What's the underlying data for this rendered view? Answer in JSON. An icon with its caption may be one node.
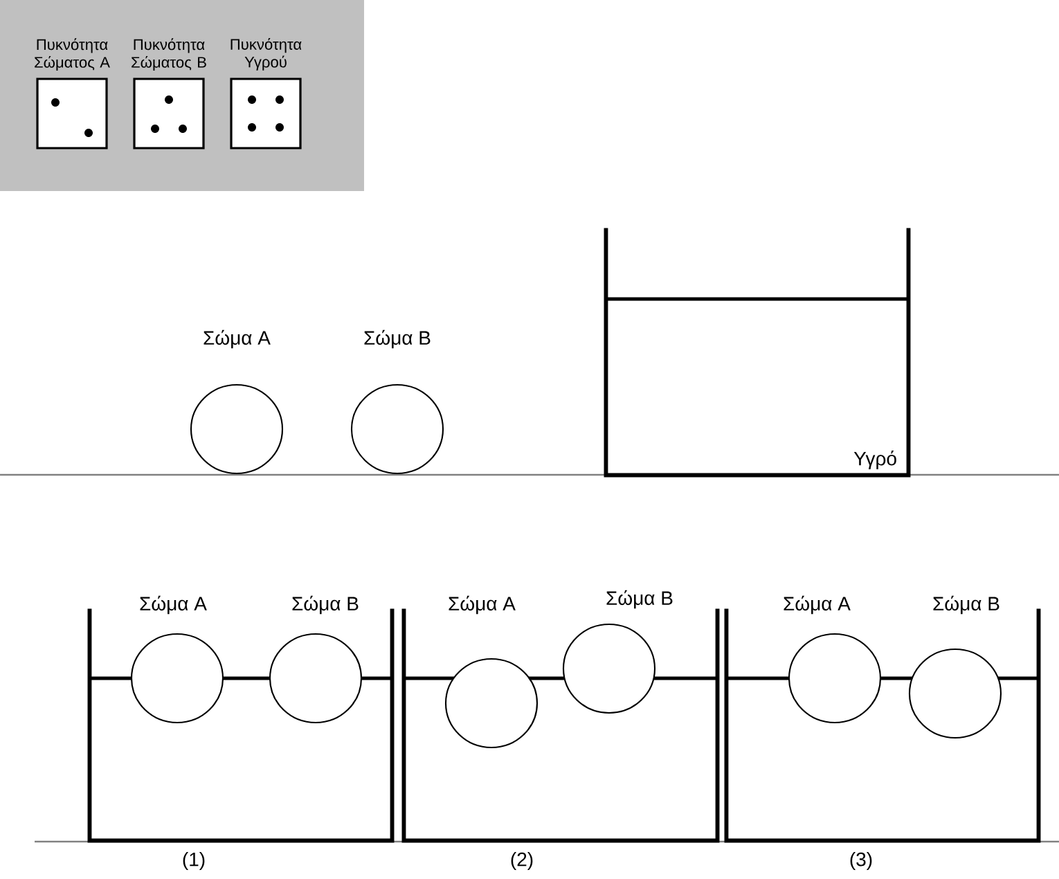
{
  "diagram": {
    "nodes": [
      {
        "text": [],
        "shape": "box"
      },
      {
        "text": [
          "Πυκνότητα Σώματος A"
        ],
        "in": 0
      },
      {
        "text": [
          "Πυκνότητα Σώματος B"
        ],
        "in": 0
      },
      {
        "text": [
          "Πυκνότητα Υγρού"
        ],
        "in": 0
      },
      {
        "text": [],
        "shape": "circle",
        "beside": [
          "Σώμα A"
        ]
      },
      {
        "text": [],
        "shape": "circle",
        "beside": [
          "Σώμα B"
        ]
      },
      {
        "text": [
          "Υγρό"
        ]
      },
      {
        "text": [],
        "shape": "box",
        "beside": [
          "(1)"
        ]
      },
      {
        "text": [],
        "shape": "circle",
        "beside": [
          "Σώμα A"
        ],
        "in": 7
      },
      {
        "text": [],
        "shape": "circle",
        "beside": [
          "Σώμα B"
        ],
        "in": 7
      },
      {
        "text": [],
        "shape": "box",
        "beside": [
          "(2)"
        ]
      },
      {
        "text": [],
        "shape": "circle",
        "beside": [
          "Σώμα A"
        ],
        "in": 10
      },
      {
        "text": [],
        "shape": "circle",
        "beside": [
          "Σώμα B"
        ],
        "in": 10
      },
      {
        "text": [],
        "shape": "box",
        "beside": [
          "(3)"
        ]
      },
      {
        "text": [],
        "shape": "circle",
        "beside": [
          "Σώμα A"
        ],
        "in": 13
      },
      {
        "text": [],
        "shape": "circle",
        "beside": [
          "Σώμα B"
        ],
        "in": 13
      }
    ]
  }
}
